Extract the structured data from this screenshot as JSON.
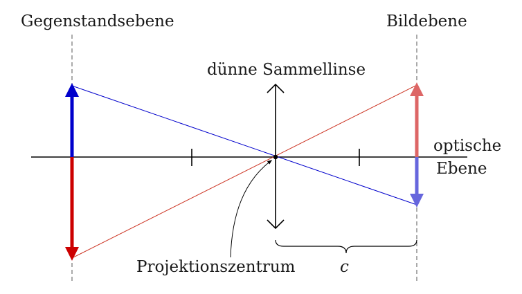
{
  "labels": {
    "object_plane": "Gegenstandsebene",
    "image_plane": "Bildebene",
    "lens": "dünne Sammellinse",
    "optical_plane_line1": "optische",
    "optical_plane_line2": "Ebene",
    "projection_center": "Projektionszentrum",
    "distance": "c"
  },
  "colors": {
    "axis": "#000000",
    "blue": "#0000cc",
    "red": "#cc0000",
    "blue_light": "#6666dd",
    "red_light": "#dd6666",
    "dashed": "#555555"
  }
}
